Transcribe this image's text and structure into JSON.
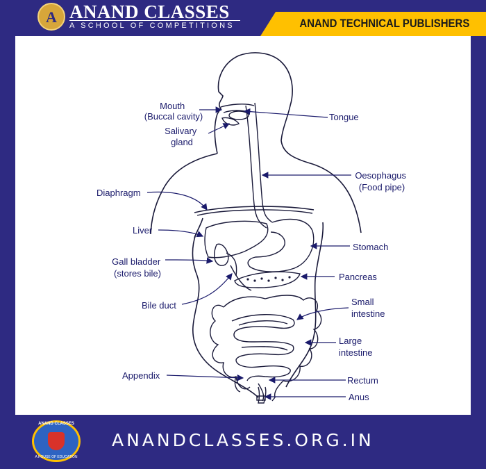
{
  "header": {
    "brand_title": "ANAND CLASSES",
    "brand_subtitle": "A SCHOOL OF COMPETITIONS",
    "publisher": "ANAND TECHNICAL PUBLISHERS"
  },
  "diagram": {
    "labels": {
      "mouth": [
        "Mouth",
        "(Buccal cavity)"
      ],
      "salivary": [
        "Salivary",
        "gland"
      ],
      "tongue": "Tongue",
      "oesophagus": [
        "Oesophagus",
        "(Food pipe)"
      ],
      "diaphragm": "Diaphragm",
      "liver": "Liver",
      "stomach": "Stomach",
      "gall": [
        "Gall bladder",
        "(stores bile)"
      ],
      "pancreas": "Pancreas",
      "bile_duct": "Bile duct",
      "small_intestine": [
        "Small",
        "intestine"
      ],
      "large_intestine": [
        "Large",
        "intestine"
      ],
      "appendix": "Appendix",
      "rectum": "Rectum",
      "anus": "Anus"
    }
  },
  "footer": {
    "logo_top": "ANAND CLASSES",
    "logo_bottom": "A HOUSE OF EDUCATION",
    "website": "ANANDCLASSES.ORG.IN"
  },
  "colors": {
    "navy": "#2e2a82",
    "gold": "#ffc000",
    "label_text": "#1a1a6b"
  }
}
